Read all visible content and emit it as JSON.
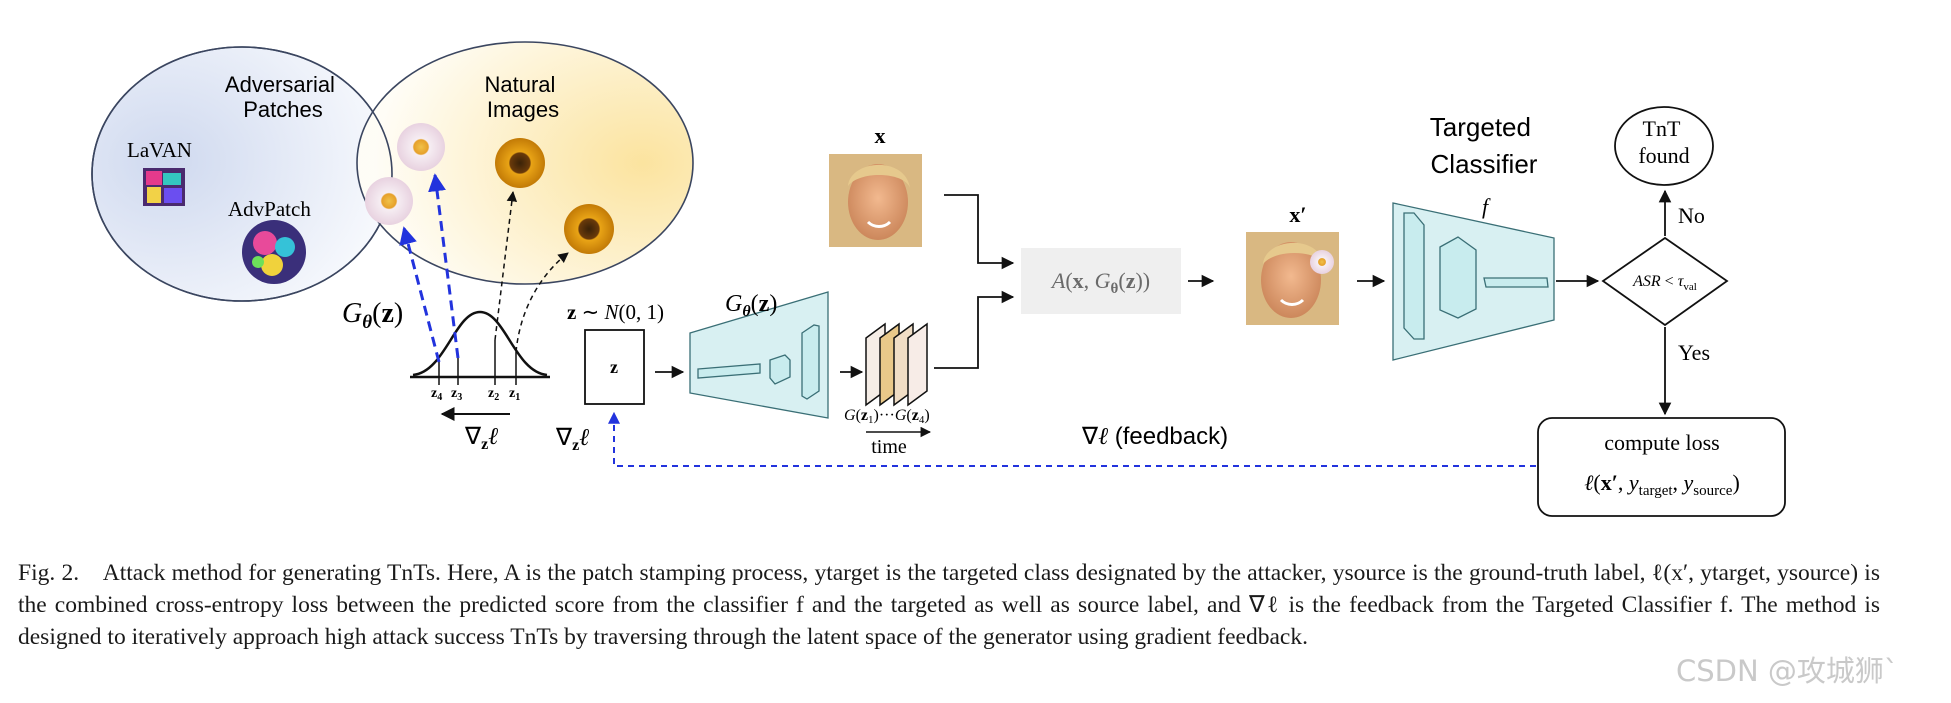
{
  "diagram": {
    "sets": {
      "adversarial": "Adversarial Patches",
      "natural": "Natural Images"
    },
    "patch_labels": {
      "lavan": "LaVAN",
      "advpatch": "AdvPatch"
    },
    "generator_label": "Gθ(z)",
    "latent_points": [
      "z4",
      "z3",
      "z2",
      "z1"
    ],
    "grad_z_bottom": "∇zℓ",
    "grad_z_left": "∇zℓ",
    "z_prior": "z ∼ N(0, 1)",
    "z_box": "z",
    "generator_block_label": "Gθ(z)",
    "sequence_label": "G(z1)···G(z4)",
    "time_label": "time",
    "input_label": "x",
    "stamp_label": "A(x, Gθ(z))",
    "output_label": "x′",
    "classifier_title": "Targeted Classifier",
    "classifier_f": "f",
    "decision": "ASR < τval",
    "no_label": "No",
    "yes_label": "Yes",
    "found": "TnT found",
    "loss_title": "compute loss",
    "loss_formula": "ℓ(x′, ytarget, ysource)",
    "feedback": "∇ℓ  (feedback)"
  },
  "caption": {
    "fig": "Fig. 2.",
    "text": "Attack method for generating TnTs. Here, A is the patch stamping process, ytarget is the targeted class designated by the attacker, ysource is the ground-truth label, ℓ(x′, ytarget, ysource) is the combined cross-entropy loss between the predicted score from the classifier f and the targeted as well as source label, and ∇ℓ is the feedback from the Targeted Classifier f. The method is designed to iteratively approach high attack success TnTs by traversing through the latent space of the generator using gradient feedback."
  },
  "watermark": "CSDN @攻城狮`",
  "colors": {
    "blue_set": "#dfe6f4",
    "yellow_set": "#fbe7a8",
    "generator_fill": "#d8f0f2",
    "stamp_box": "#efefef",
    "feedback": "#2233dd"
  }
}
